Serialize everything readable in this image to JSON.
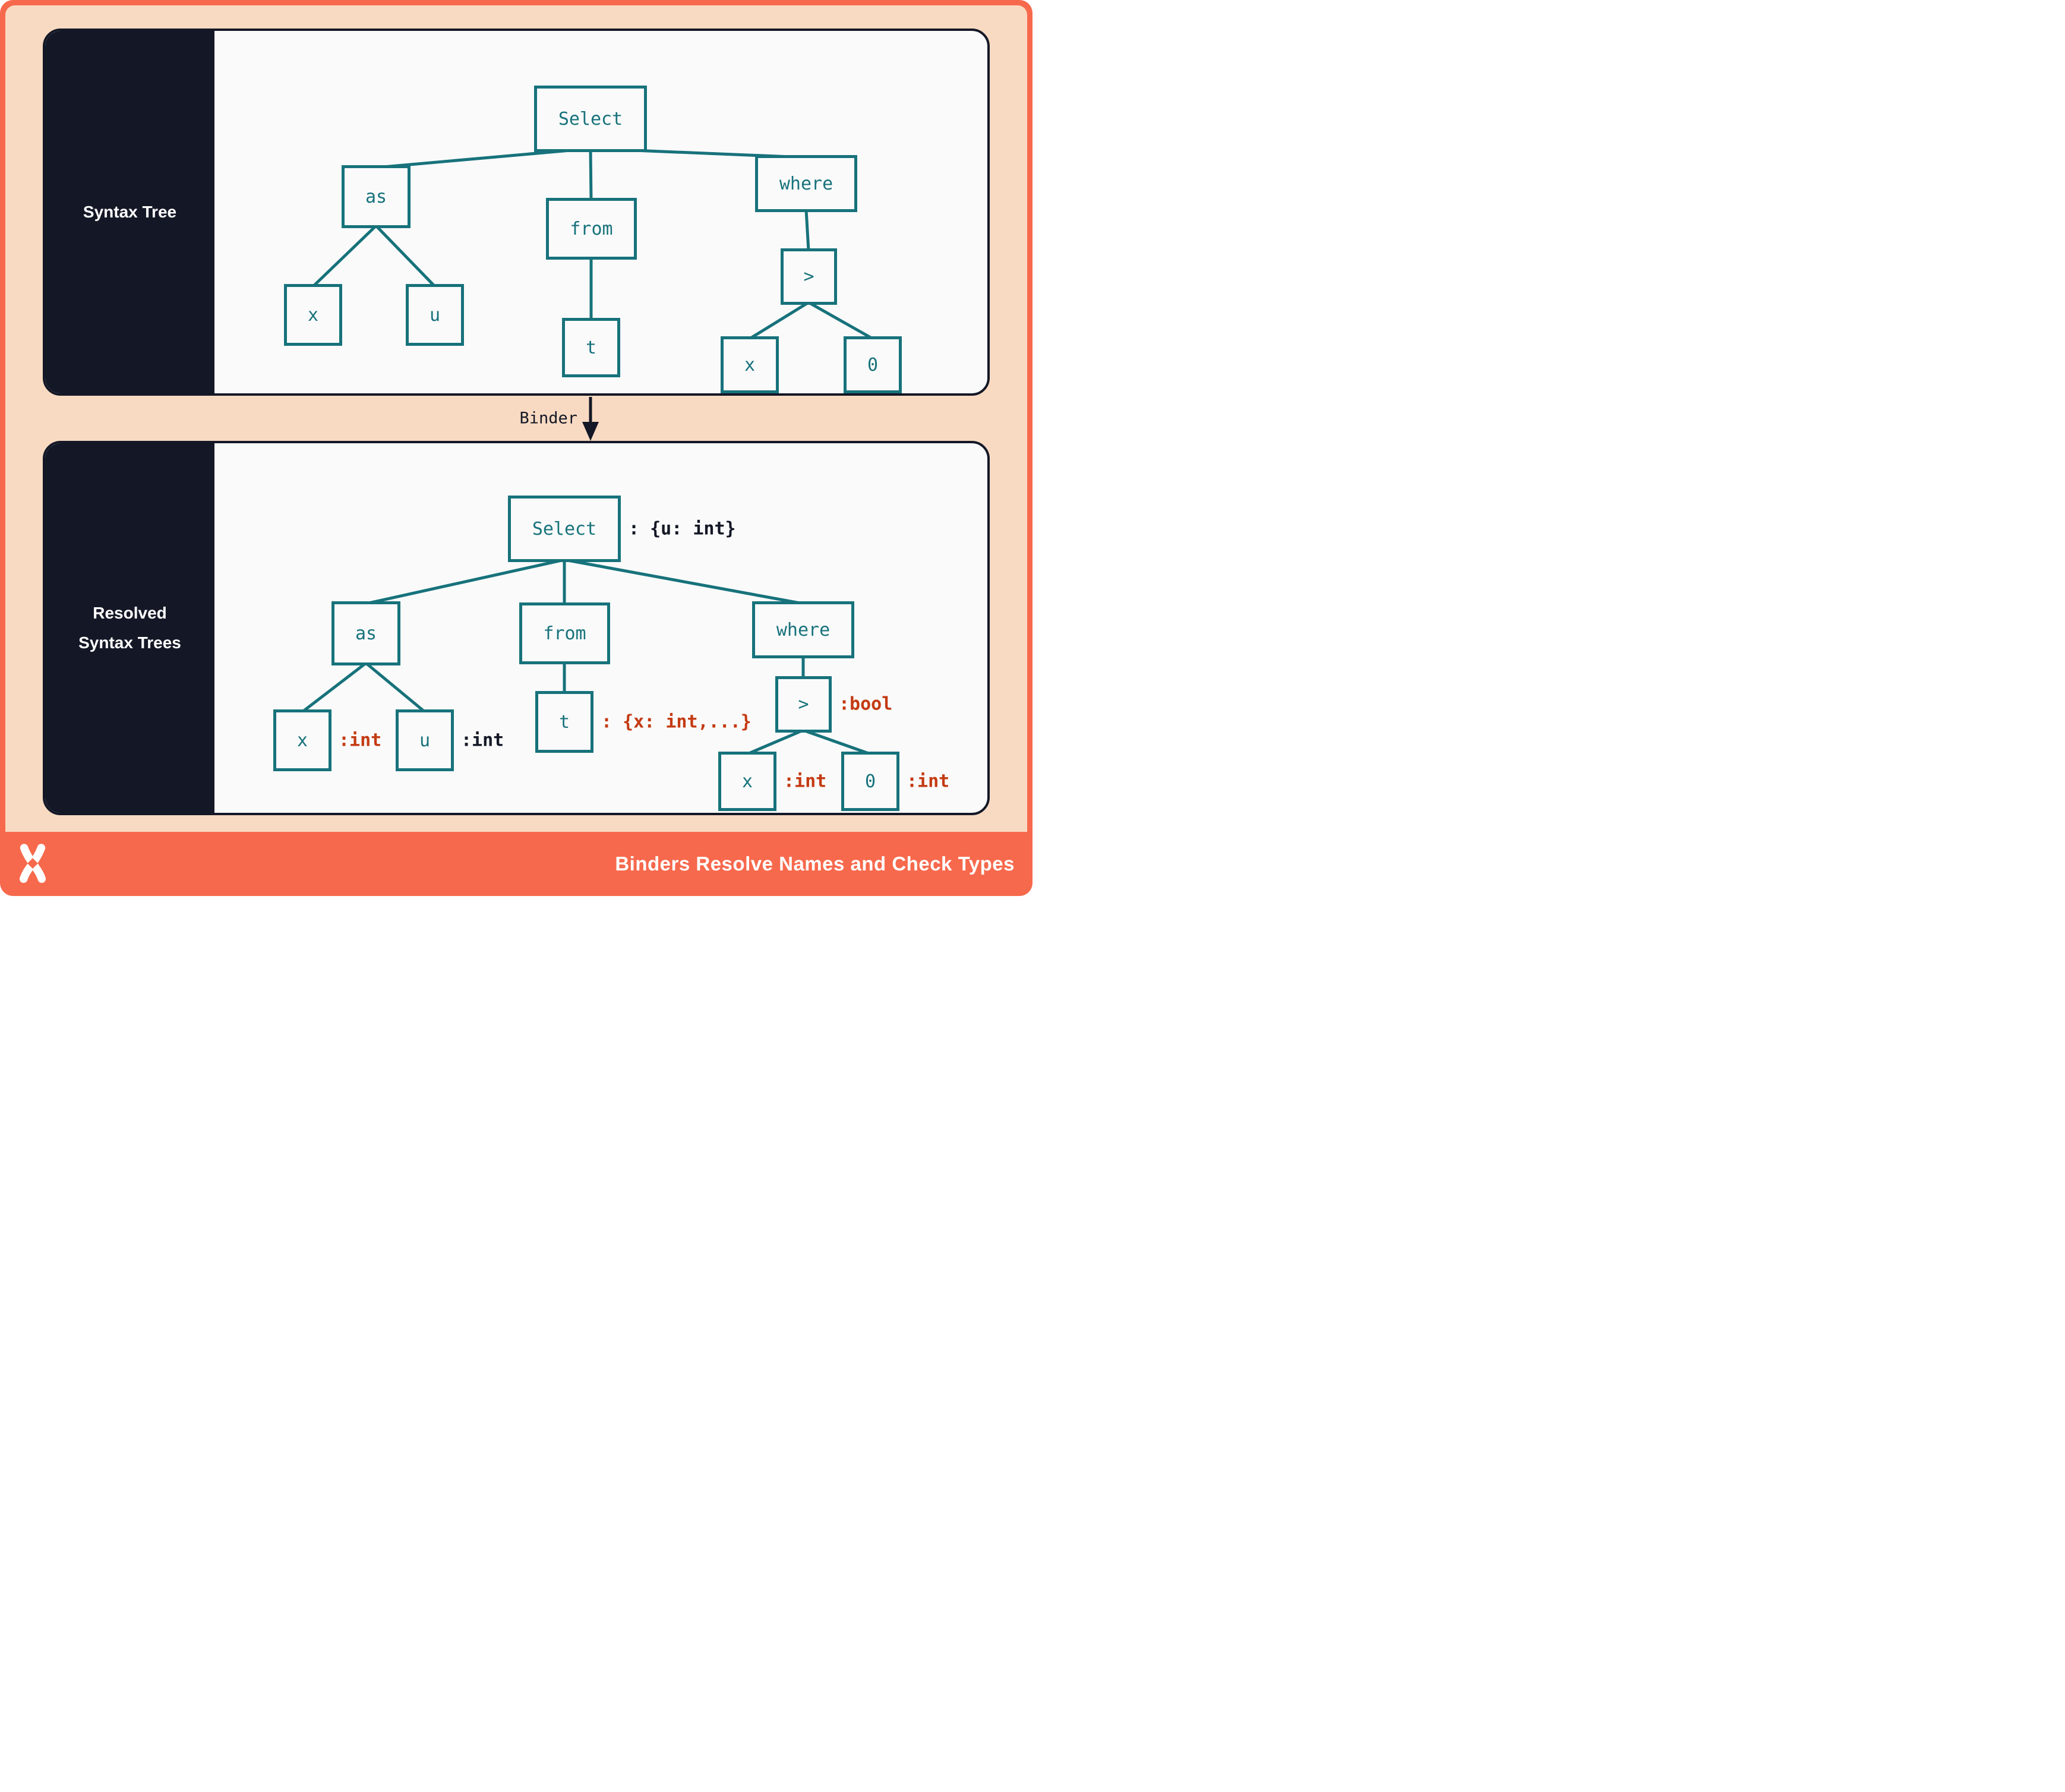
{
  "panels": {
    "syntax": {
      "sidebar_label": "Syntax Tree"
    },
    "resolved": {
      "sidebar_label_line1": "Resolved",
      "sidebar_label_line2": "Syntax Trees"
    }
  },
  "binder": {
    "label": "Binder"
  },
  "footer": {
    "title": "Binders Resolve Names and Check Types",
    "logo": "x-brand-logo"
  },
  "colors": {
    "frame_orange": "#f7694c",
    "peach_background": "#f8dac2",
    "dark_navy": "#141826",
    "panel_white": "#fafafa",
    "teal_node": "#17727b",
    "rust_red_type": "#c43a12",
    "white_text": "#ffffff"
  },
  "syntax_tree": {
    "nodes": {
      "select": "Select",
      "as": "as",
      "from": "from",
      "where": "where",
      "x1": "x",
      "u": "u",
      "t": "t",
      "gt": ">",
      "x2": "x",
      "zero": "0"
    }
  },
  "resolved_tree": {
    "select": {
      "label": "Select",
      "type": ": {u: int}"
    },
    "as": {
      "label": "as"
    },
    "from": {
      "label": "from"
    },
    "where": {
      "label": "where"
    },
    "x1": {
      "label": "x",
      "type": ":int"
    },
    "u": {
      "label": "u",
      "type": ":int"
    },
    "t": {
      "label": "t",
      "type": ": {x: int,...}"
    },
    "gt": {
      "label": ">",
      "type": ":bool"
    },
    "x2": {
      "label": "x",
      "type": ":int"
    },
    "zero": {
      "label": "0",
      "type": ":int"
    }
  }
}
